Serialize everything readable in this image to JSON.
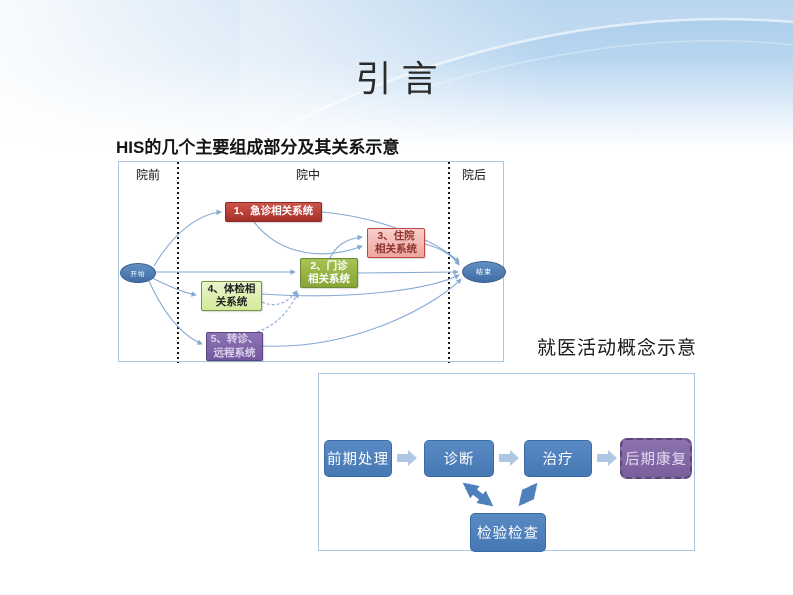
{
  "slide": {
    "title": "引言"
  },
  "diagram_his": {
    "heading": "HIS的几个主要组成部分及其关系示意",
    "lanes": [
      "院前",
      "院中",
      "院后"
    ],
    "start_label": "开始",
    "end_label": "结束",
    "boxes": [
      {
        "lines": [
          "1、急诊相关系统"
        ],
        "color": "#b7423a"
      },
      {
        "lines": [
          "2、门诊",
          "相关系统"
        ],
        "color": "#94b144"
      },
      {
        "lines": [
          "3、住院",
          "相关系统"
        ],
        "color": "#f3b5b1"
      },
      {
        "lines": [
          "4、体检相",
          "关系统"
        ],
        "color": "#dcefa8"
      },
      {
        "lines": [
          "5、转诊、",
          "远程系统"
        ],
        "color": "#7c5fa5"
      }
    ]
  },
  "diagram_flow": {
    "heading": "就医活动概念示意",
    "steps": [
      "前期处理",
      "诊断",
      "治疗",
      "后期康复"
    ],
    "bottom_step": "检验检查"
  },
  "colors": {
    "band_blue": "#a7cbea",
    "container_border": "#a9c6e3",
    "curve_arrow_blue": "#85a9d2",
    "chevron_light_blue": "#b0c7e3",
    "flow_box_blue": "#4e80bc",
    "flow_box_purple": "#8169a5",
    "terminal_blue": "#4f81bd",
    "box_emergency_red": "#b7423a",
    "box_outpatient_green": "#94b144",
    "box_inpatient_pink": "#f3b5b1",
    "box_checkup_lightgreen": "#dcefa8",
    "box_referral_purple": "#7c5fa5"
  }
}
